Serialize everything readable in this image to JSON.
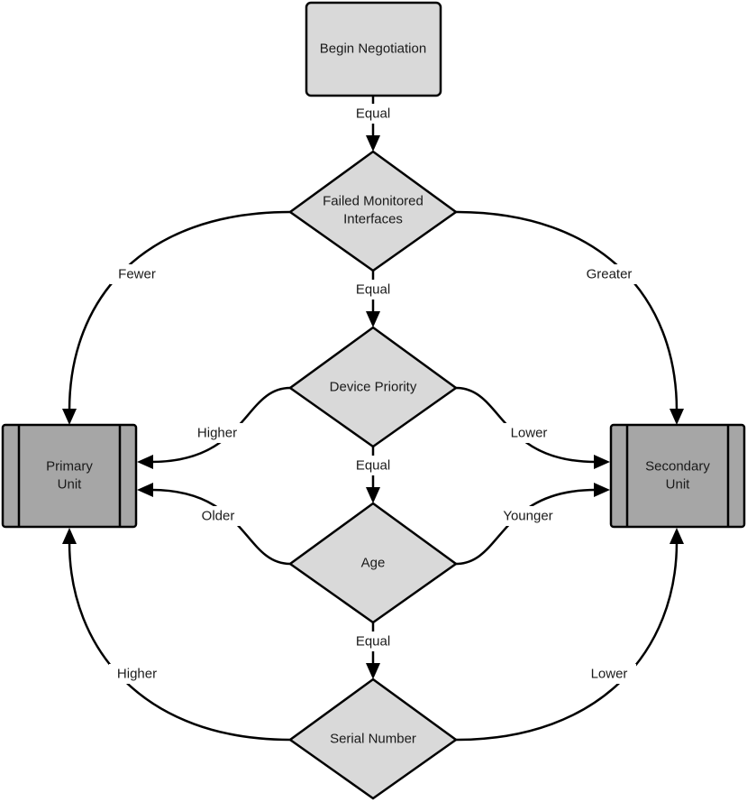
{
  "colors": {
    "decision_fill": "#d9d9d9",
    "start_fill": "#d9d9d9",
    "result_fill": "#a6a6a6",
    "stroke": "#000000",
    "text": "#1a1a1a",
    "background": "#ffffff"
  },
  "nodes": {
    "begin": {
      "label": "Begin Negotiation"
    },
    "failed": {
      "line1": "Failed Monitored",
      "line2": "Interfaces"
    },
    "priority": {
      "label": "Device Priority"
    },
    "age": {
      "label": "Age"
    },
    "serial": {
      "label": "Serial Number"
    },
    "primary": {
      "line1": "Primary",
      "line2": "Unit"
    },
    "secondary": {
      "line1": "Secondary",
      "line2": "Unit"
    }
  },
  "edges": {
    "begin_to_failed": "Equal",
    "failed_to_priority": "Equal",
    "priority_to_age": "Equal",
    "age_to_serial": "Equal",
    "failed_to_primary": "Fewer",
    "failed_to_secondary": "Greater",
    "priority_to_primary": "Higher",
    "priority_to_secondary": "Lower",
    "age_to_primary": "Older",
    "age_to_secondary": "Younger",
    "serial_to_primary": "Higher",
    "serial_to_secondary": "Lower"
  }
}
